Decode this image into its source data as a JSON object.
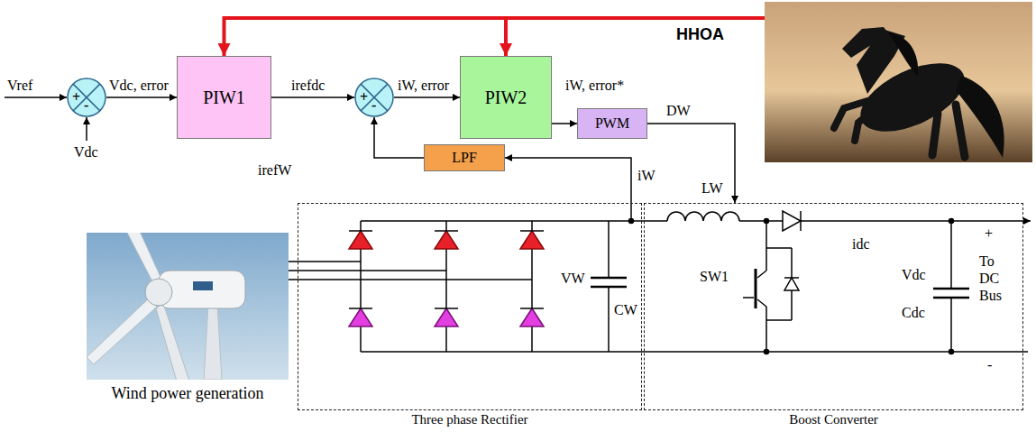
{
  "diagram": {
    "nodes": [
      {
        "text": [
          "+",
          "-"
        ]
      },
      {
        "text": [
          "PIW1"
        ]
      },
      {
        "text": [
          "+",
          "-"
        ]
      },
      {
        "text": [
          "PIW2"
        ]
      },
      {
        "text": [
          "PWM"
        ]
      },
      {
        "text": [
          "HHOA"
        ]
      },
      {
        "text": [
          "LPF"
        ]
      },
      {
        "text": [
          "Wind power generation"
        ]
      },
      {
        "text": [
          "Three phase Rectifier"
        ]
      },
      {
        "text": [
          "Boost Converter"
        ]
      }
    ],
    "edges": [
      {
        "from": 0,
        "to": 1,
        "arrow": "to",
        "label": "Vdc, error"
      },
      {
        "from": 1,
        "to": 2,
        "arrow": "to",
        "label": "irefdc"
      },
      {
        "from": 2,
        "to": 3,
        "arrow": "to",
        "label": "iW, error"
      },
      {
        "from": 3,
        "to": 4,
        "arrow": "to",
        "label": "iW, error*"
      },
      {
        "from": 4,
        "to": 9,
        "arrow": "to",
        "label": "DW"
      },
      {
        "from": 5,
        "to": 1,
        "arrow": "to"
      },
      {
        "from": 5,
        "to": 3,
        "arrow": "to"
      },
      {
        "from": 8,
        "to": 6,
        "arrow": "to",
        "label": "iW"
      },
      {
        "from": 6,
        "to": 2,
        "arrow": "to"
      },
      {
        "from": 7,
        "to": 8,
        "arrow": "none"
      },
      {
        "from": 8,
        "to": 9,
        "arrow": "none"
      }
    ],
    "labels": [
      "Vref",
      "Vdc",
      "irefW",
      "LW",
      "VW",
      "CW",
      "SW1",
      "idc",
      "+",
      "Vdc",
      "Cdc",
      "To DC Bus",
      "-"
    ]
  }
}
